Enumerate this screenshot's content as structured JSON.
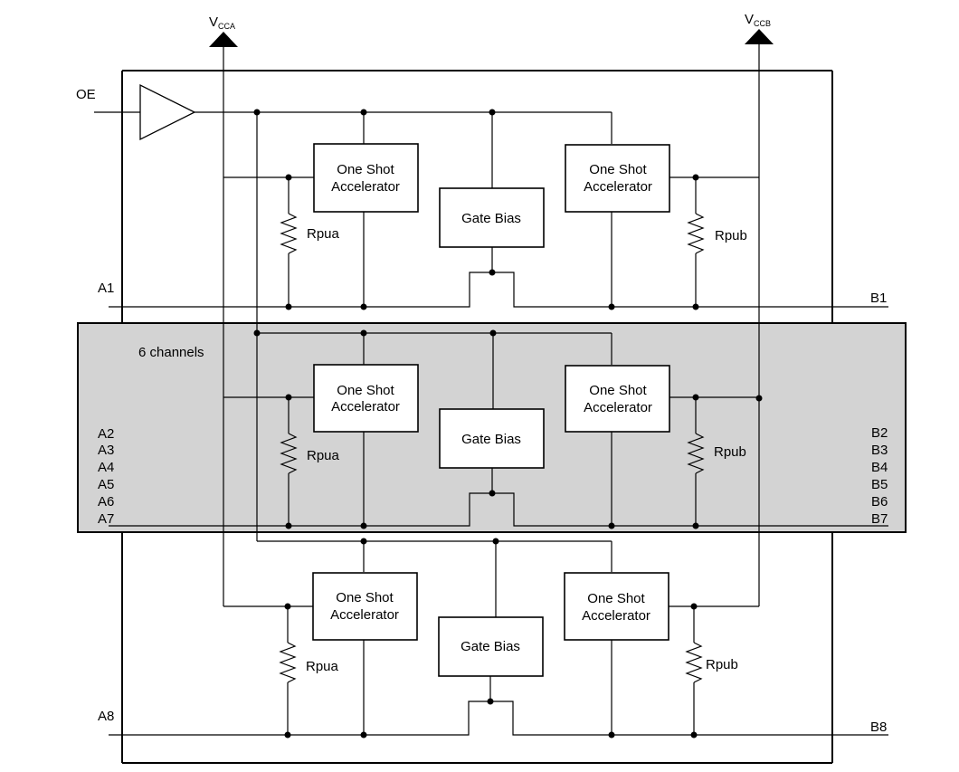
{
  "supplies": {
    "vcca": {
      "main": "V",
      "sub": "CCA"
    },
    "vccb": {
      "main": "V",
      "sub": "CCB"
    }
  },
  "oe_label": "OE",
  "channels_label": "6 channels",
  "blocks": {
    "one_shot_line1": "One Shot",
    "one_shot_line2": "Accelerator",
    "gate_bias": "Gate Bias",
    "rpua": "Rpua",
    "rpub": "Rpub"
  },
  "ports": {
    "a1": "A1",
    "b1": "B1",
    "a_mid": [
      "A2",
      "A3",
      "A4",
      "A5",
      "A6",
      "A7"
    ],
    "b_mid": [
      "B2",
      "B3",
      "B4",
      "B5",
      "B6",
      "B7"
    ],
    "a8": "A8",
    "b8": "B8"
  }
}
